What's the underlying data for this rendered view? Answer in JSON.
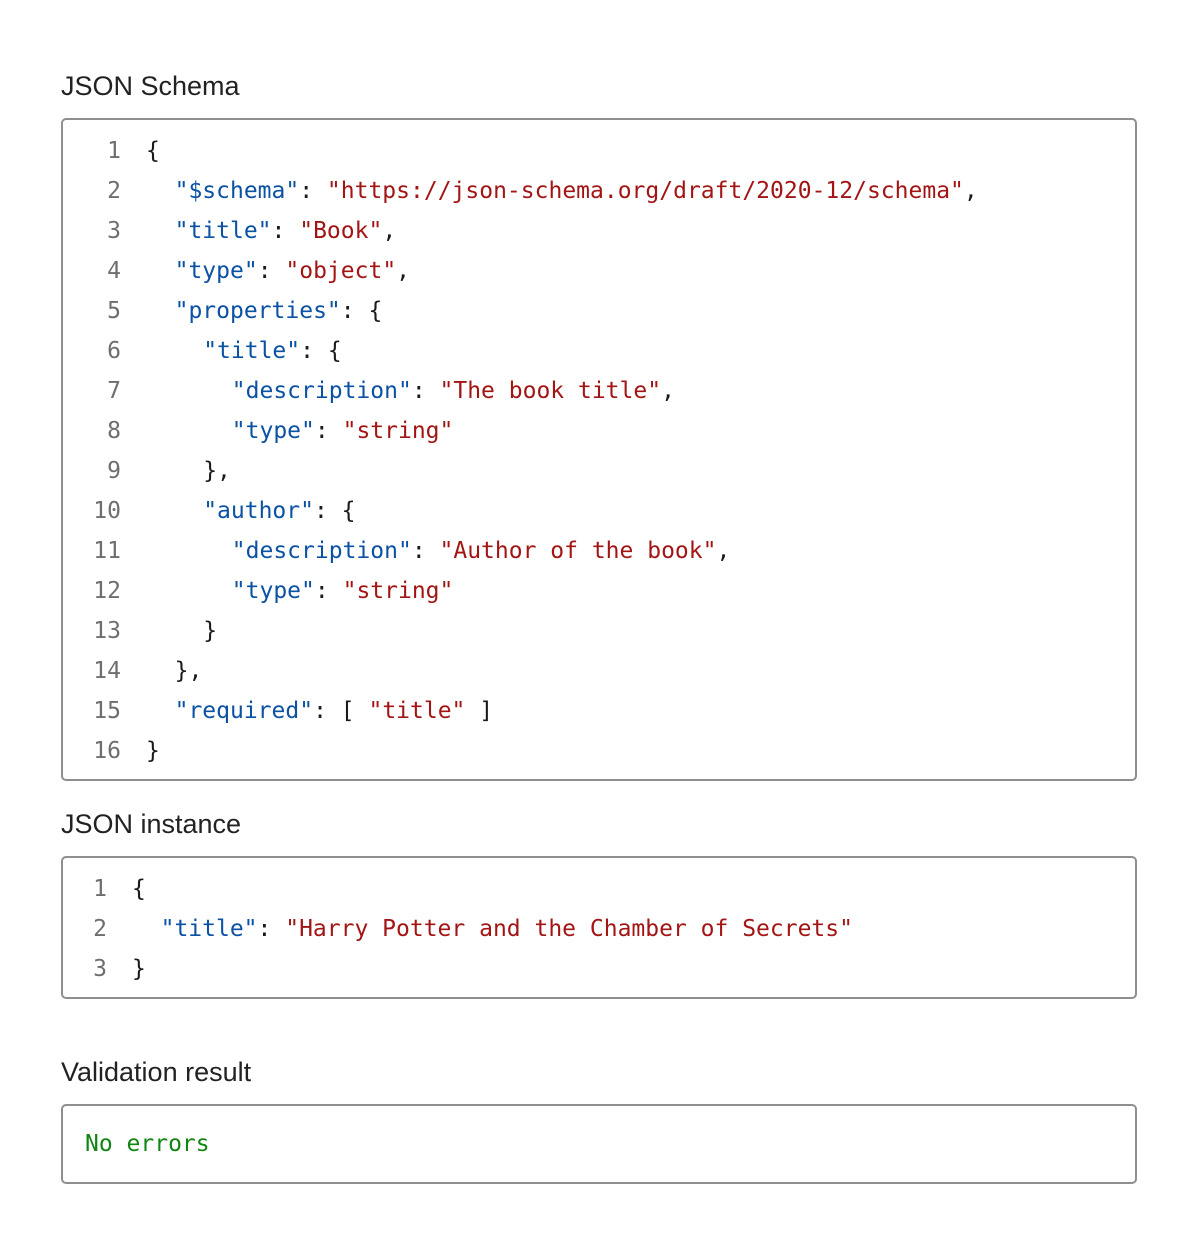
{
  "schema_section": {
    "heading": "JSON Schema",
    "lines": [
      {
        "n": "1",
        "indent": 0,
        "tokens": [
          {
            "t": "p",
            "v": "{"
          }
        ]
      },
      {
        "n": "2",
        "indent": 1,
        "tokens": [
          {
            "t": "k",
            "v": "\"$schema\""
          },
          {
            "t": "p",
            "v": ": "
          },
          {
            "t": "s",
            "v": "\"https://json-schema.org/draft/2020-12/schema\""
          },
          {
            "t": "p",
            "v": ","
          }
        ]
      },
      {
        "n": "3",
        "indent": 1,
        "tokens": [
          {
            "t": "k",
            "v": "\"title\""
          },
          {
            "t": "p",
            "v": ": "
          },
          {
            "t": "s",
            "v": "\"Book\""
          },
          {
            "t": "p",
            "v": ","
          }
        ]
      },
      {
        "n": "4",
        "indent": 1,
        "tokens": [
          {
            "t": "k",
            "v": "\"type\""
          },
          {
            "t": "p",
            "v": ": "
          },
          {
            "t": "s",
            "v": "\"object\""
          },
          {
            "t": "p",
            "v": ","
          }
        ]
      },
      {
        "n": "5",
        "indent": 1,
        "tokens": [
          {
            "t": "k",
            "v": "\"properties\""
          },
          {
            "t": "p",
            "v": ": {"
          }
        ]
      },
      {
        "n": "6",
        "indent": 2,
        "tokens": [
          {
            "t": "k",
            "v": "\"title\""
          },
          {
            "t": "p",
            "v": ": {"
          }
        ]
      },
      {
        "n": "7",
        "indent": 3,
        "tokens": [
          {
            "t": "k",
            "v": "\"description\""
          },
          {
            "t": "p",
            "v": ": "
          },
          {
            "t": "s",
            "v": "\"The book title\""
          },
          {
            "t": "p",
            "v": ","
          }
        ]
      },
      {
        "n": "8",
        "indent": 3,
        "tokens": [
          {
            "t": "k",
            "v": "\"type\""
          },
          {
            "t": "p",
            "v": ": "
          },
          {
            "t": "s",
            "v": "\"string\""
          }
        ]
      },
      {
        "n": "9",
        "indent": 2,
        "tokens": [
          {
            "t": "p",
            "v": "},"
          }
        ]
      },
      {
        "n": "10",
        "indent": 2,
        "tokens": [
          {
            "t": "k",
            "v": "\"author\""
          },
          {
            "t": "p",
            "v": ": {"
          }
        ]
      },
      {
        "n": "11",
        "indent": 3,
        "tokens": [
          {
            "t": "k",
            "v": "\"description\""
          },
          {
            "t": "p",
            "v": ": "
          },
          {
            "t": "s",
            "v": "\"Author of the book\""
          },
          {
            "t": "p",
            "v": ","
          }
        ]
      },
      {
        "n": "12",
        "indent": 3,
        "tokens": [
          {
            "t": "k",
            "v": "\"type\""
          },
          {
            "t": "p",
            "v": ": "
          },
          {
            "t": "s",
            "v": "\"string\""
          }
        ]
      },
      {
        "n": "13",
        "indent": 2,
        "tokens": [
          {
            "t": "p",
            "v": "}"
          }
        ]
      },
      {
        "n": "14",
        "indent": 1,
        "tokens": [
          {
            "t": "p",
            "v": "},"
          }
        ]
      },
      {
        "n": "15",
        "indent": 1,
        "tokens": [
          {
            "t": "k",
            "v": "\"required\""
          },
          {
            "t": "p",
            "v": ": [ "
          },
          {
            "t": "s",
            "v": "\"title\""
          },
          {
            "t": "p",
            "v": " ]"
          }
        ]
      },
      {
        "n": "16",
        "indent": 0,
        "tokens": [
          {
            "t": "p",
            "v": "}"
          }
        ]
      }
    ]
  },
  "instance_section": {
    "heading": "JSON instance",
    "lines": [
      {
        "n": "1",
        "indent": 0,
        "tokens": [
          {
            "t": "p",
            "v": "{"
          }
        ]
      },
      {
        "n": "2",
        "indent": 1,
        "tokens": [
          {
            "t": "k",
            "v": "\"title\""
          },
          {
            "t": "p",
            "v": ": "
          },
          {
            "t": "s",
            "v": "\"Harry Potter and the Chamber of Secrets\""
          }
        ]
      },
      {
        "n": "3",
        "indent": 0,
        "tokens": [
          {
            "t": "p",
            "v": "}"
          }
        ]
      }
    ]
  },
  "result_section": {
    "heading": "Validation result",
    "text": "No errors"
  },
  "colors": {
    "key": "#0b51a4",
    "string": "#a31515",
    "punctuation": "#1a1a1a",
    "line_number": "#6e6e6e",
    "success": "#118511",
    "border": "#8f8f8f"
  }
}
